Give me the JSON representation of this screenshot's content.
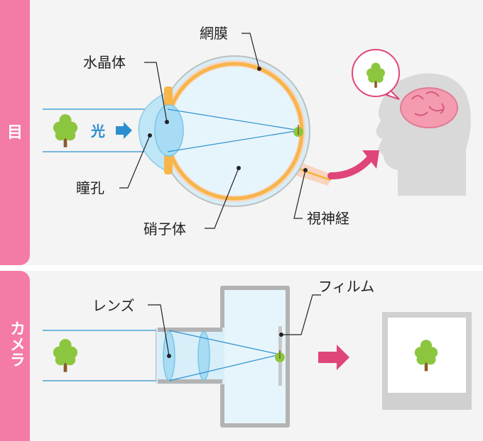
{
  "sections": {
    "eye_title": "目",
    "camera_title": "カメラ"
  },
  "eye_labels": {
    "retina": "網膜",
    "lens": "水晶体",
    "light": "光",
    "pupil": "瞳孔",
    "vitreous": "硝子体",
    "optic_nerve": "視神経"
  },
  "camera_labels": {
    "lens": "レンズ",
    "film": "フィルム"
  },
  "colors": {
    "tab_pink": "#f47aa8",
    "panel_gray": "#f4f4f4",
    "light_blue": "#2b8fcf",
    "eye_fill": "#e6f5fb",
    "retina_orange": "#f7b54a",
    "flesh": "#f8d5c0",
    "arrow_pink": "#e0457a",
    "tree_green": "#8cc63f",
    "trunk_brown": "#8b5a2b",
    "head_gray": "#d9d9d9",
    "brain_pink": "#f49bb0"
  },
  "icons": [
    "tree-icon",
    "brain-icon",
    "head-silhouette-icon",
    "arrow-right-icon"
  ]
}
